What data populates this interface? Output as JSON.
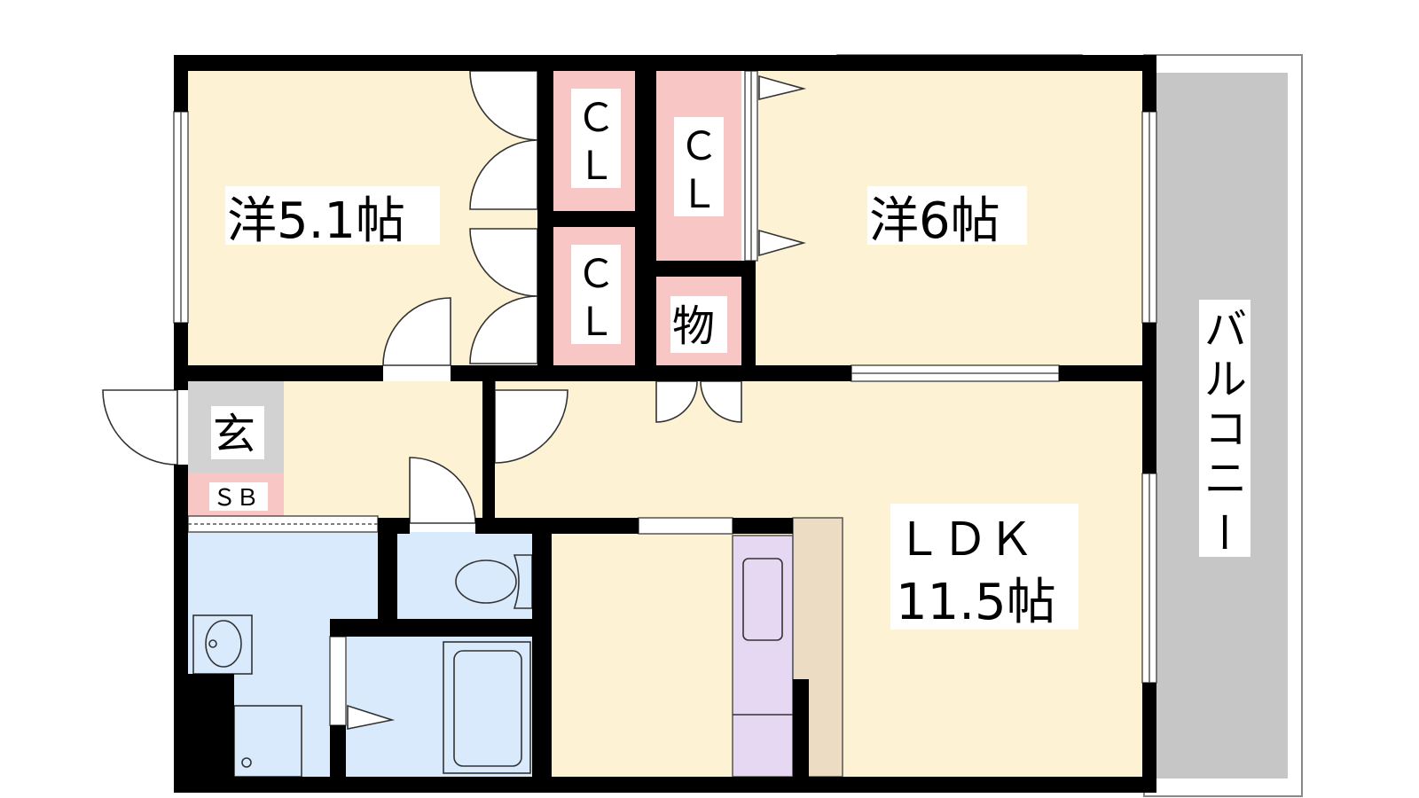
{
  "rooms": {
    "western1": "洋5.1帖",
    "western2": "洋6帖",
    "ldk_line1": "ＬＤＫ",
    "ldk_line2": "11.5帖",
    "closet_a": [
      "Ｃ",
      "Ｌ"
    ],
    "closet_b": [
      "Ｃ",
      "Ｌ"
    ],
    "closet_c": [
      "Ｃ",
      "Ｌ"
    ],
    "storage": "物",
    "entrance": "玄",
    "shoe_box": "ＳＢ",
    "balcony": [
      "バ",
      "ル",
      "コ",
      "ニ",
      "ー"
    ]
  },
  "colors": {
    "room": "#fdf2d4",
    "closet": "#f8c6c4",
    "entrance": "#d2d2d2",
    "wet": "#d8eafb",
    "kitchen": "#e6d7f2",
    "counter": "#ecdcc4",
    "balcony": "#c6c6c6",
    "wall": "#000000"
  }
}
